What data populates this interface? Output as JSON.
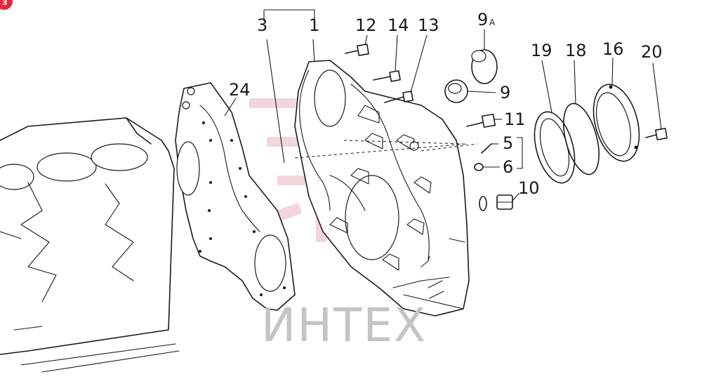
{
  "labels": {
    "l3": "3",
    "l1": "1",
    "l12": "12",
    "l14": "14",
    "l13": "13",
    "l9a": "9",
    "l9a_sup": "A",
    "l9": "9",
    "l11": "11",
    "l5": "5",
    "l6": "6",
    "l10": "10",
    "l19": "19",
    "l18": "18",
    "l16": "16",
    "l20": "20",
    "l24": "24"
  },
  "watermark": "ИНТЕХ",
  "badge": "3",
  "colors": {
    "line": "#1a1a1a",
    "stamp": "#e8b5bd",
    "watermark_text": "#c4c4c4",
    "badge": "#e6283a"
  }
}
